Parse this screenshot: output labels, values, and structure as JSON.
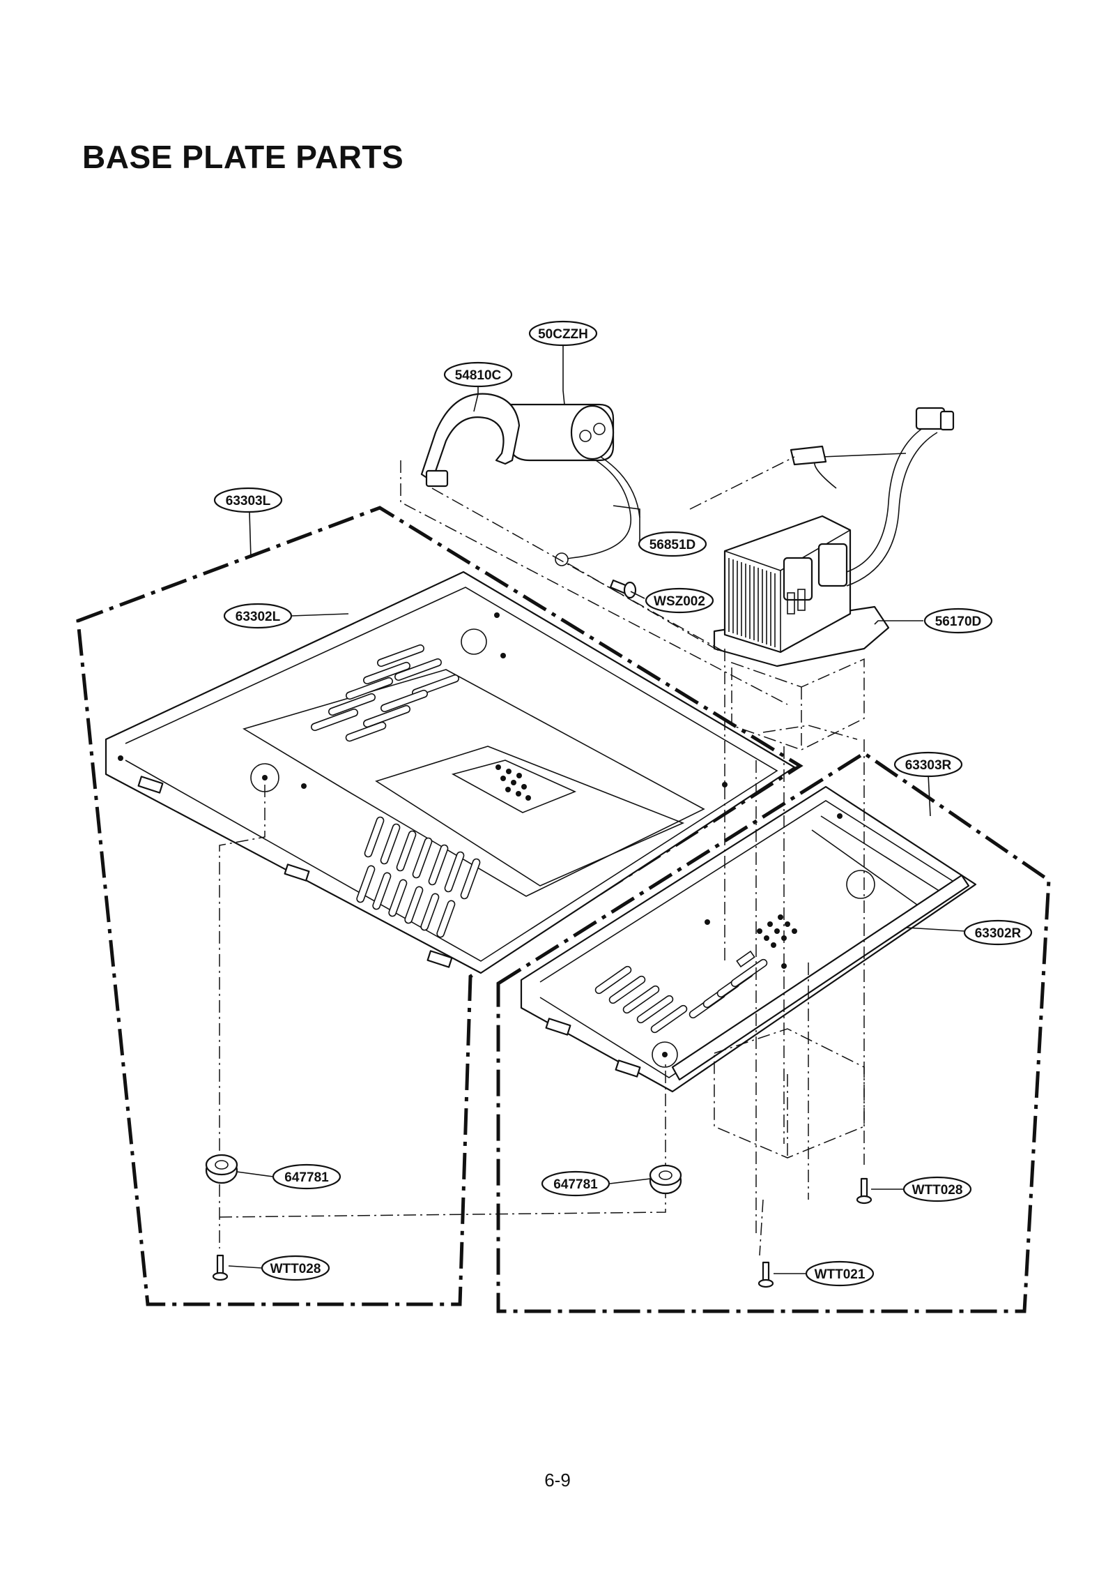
{
  "page": {
    "title": "BASE PLATE PARTS",
    "page_number": "6-9"
  },
  "callouts": [
    {
      "key": "50czzh",
      "part_no": "50CZZH"
    },
    {
      "key": "54810c",
      "part_no": "54810C"
    },
    {
      "key": "63303l",
      "part_no": "63303L"
    },
    {
      "key": "56851d",
      "part_no": "56851D"
    },
    {
      "key": "wsz002",
      "part_no": "WSZ002"
    },
    {
      "key": "63302l",
      "part_no": "63302L"
    },
    {
      "key": "56170d",
      "part_no": "56170D"
    },
    {
      "key": "63303r",
      "part_no": "63303R"
    },
    {
      "key": "63302r",
      "part_no": "63302R"
    },
    {
      "key": "647781-left",
      "part_no": "647781"
    },
    {
      "key": "647781-right",
      "part_no": "647781"
    },
    {
      "key": "wtt028-right",
      "part_no": "WTT028"
    },
    {
      "key": "wtt028-left",
      "part_no": "WTT028"
    },
    {
      "key": "wtt021",
      "part_no": "WTT021"
    }
  ]
}
